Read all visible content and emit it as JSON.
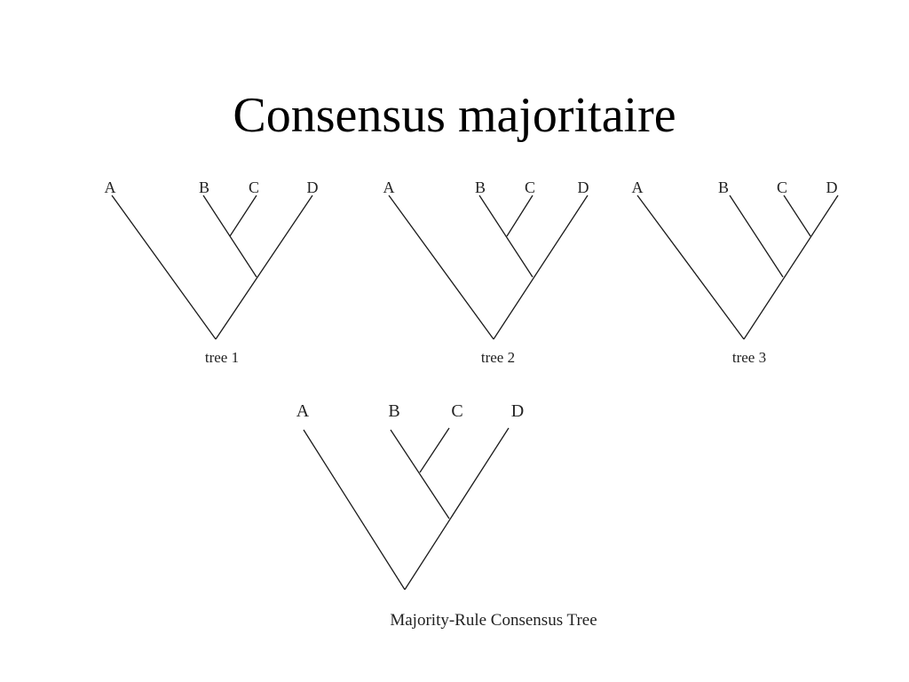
{
  "title": "Consensus majoritaire",
  "trees": [
    {
      "caption": "tree 1",
      "leaves": [
        "A",
        "B",
        "C",
        "D"
      ],
      "topology": "(A,((B,C),D))"
    },
    {
      "caption": "tree 2",
      "leaves": [
        "A",
        "B",
        "C",
        "D"
      ],
      "topology": "(A,((B,C),D))"
    },
    {
      "caption": "tree 3",
      "leaves": [
        "A",
        "B",
        "C",
        "D"
      ],
      "topology": "(A,(B,(C,D)))"
    }
  ],
  "consensus": {
    "caption": "Majority-Rule Consensus Tree",
    "leaves": [
      "A",
      "B",
      "C",
      "D"
    ],
    "topology": "(A,((B,C),D))"
  }
}
